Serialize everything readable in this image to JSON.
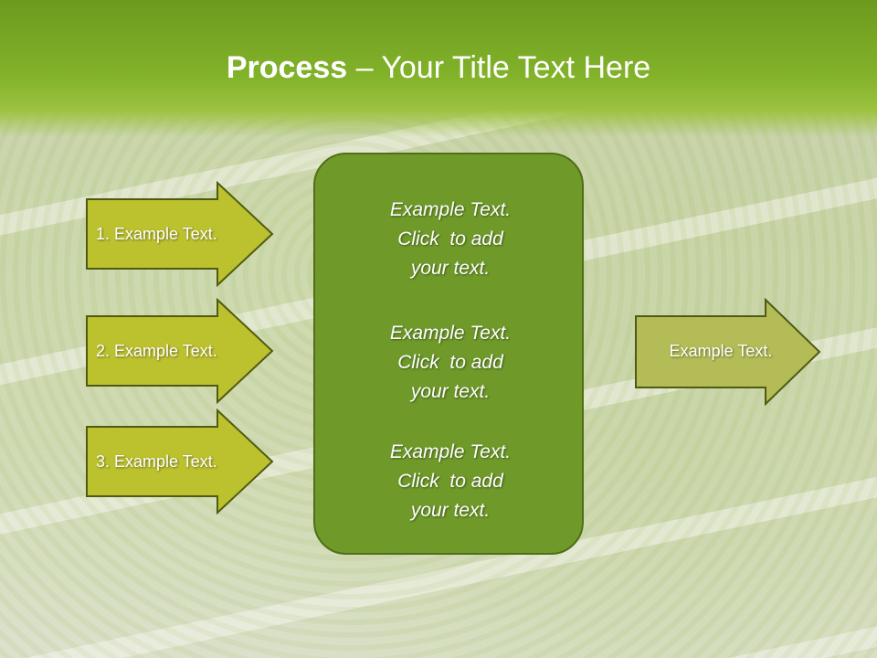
{
  "slide": {
    "title_bold": "Process",
    "title_rest": " – Your Title Text Here",
    "left_steps": [
      {
        "label": "1. Example Text."
      },
      {
        "label": "2. Example Text."
      },
      {
        "label": "3. Example Text."
      }
    ],
    "center_blocks": [
      {
        "line1": "Example Text.",
        "line2": "Click  to add",
        "line3": "your text."
      },
      {
        "line1": "Example Text.",
        "line2": "Click  to add",
        "line3": "your text."
      },
      {
        "line1": "Example Text.",
        "line2": "Click  to add",
        "line3": "your text."
      }
    ],
    "output": {
      "label": "Example Text."
    }
  },
  "colors": {
    "title_band": "#82b22a",
    "arrow_fill": "#bcc12e",
    "arrow_stroke": "#4f5a12",
    "center_fill": "#6f9a29",
    "output_fill": "#b3bc56"
  }
}
